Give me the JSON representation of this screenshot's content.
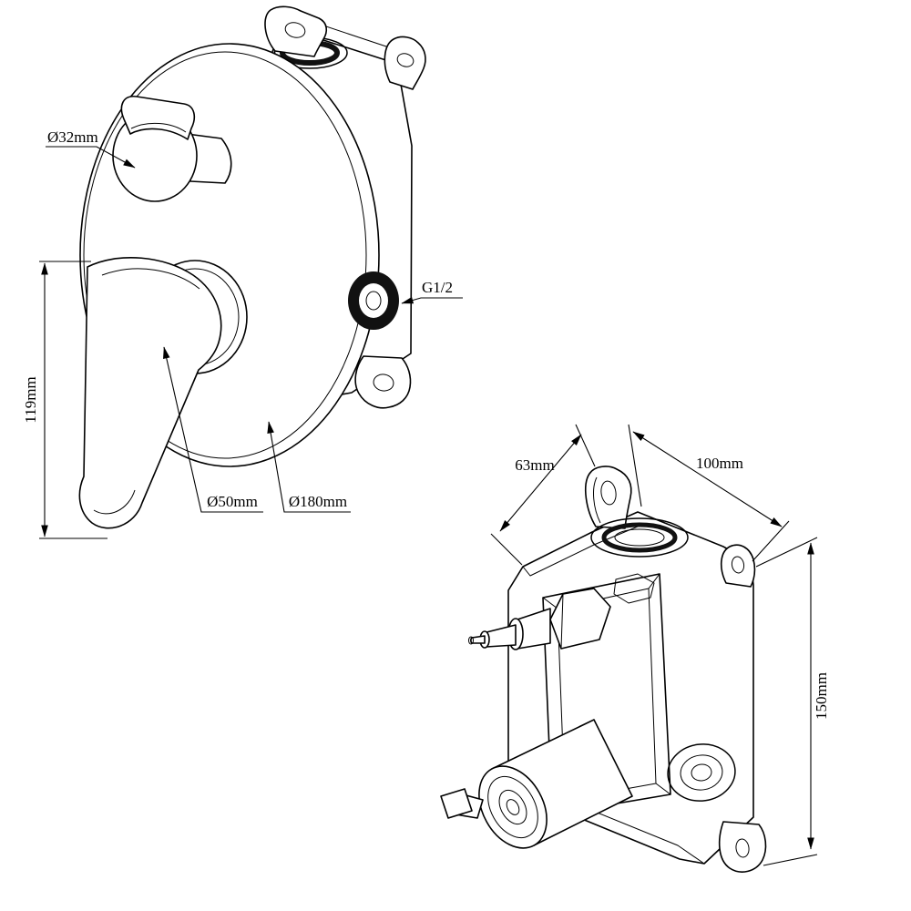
{
  "drawing": {
    "background": "#ffffff",
    "line_color": "#000000",
    "dark_fill": "#111111"
  },
  "front_view": {
    "labels": {
      "knob_diameter": "Ø32mm",
      "body_height": "119mm",
      "handle_base_diameter": "Ø50mm",
      "plate_diameter": "Ø180mm",
      "outlet_thread": "G1/2"
    }
  },
  "iso_view": {
    "labels": {
      "depth": "63mm",
      "width": "100mm",
      "height": "150mm"
    }
  }
}
